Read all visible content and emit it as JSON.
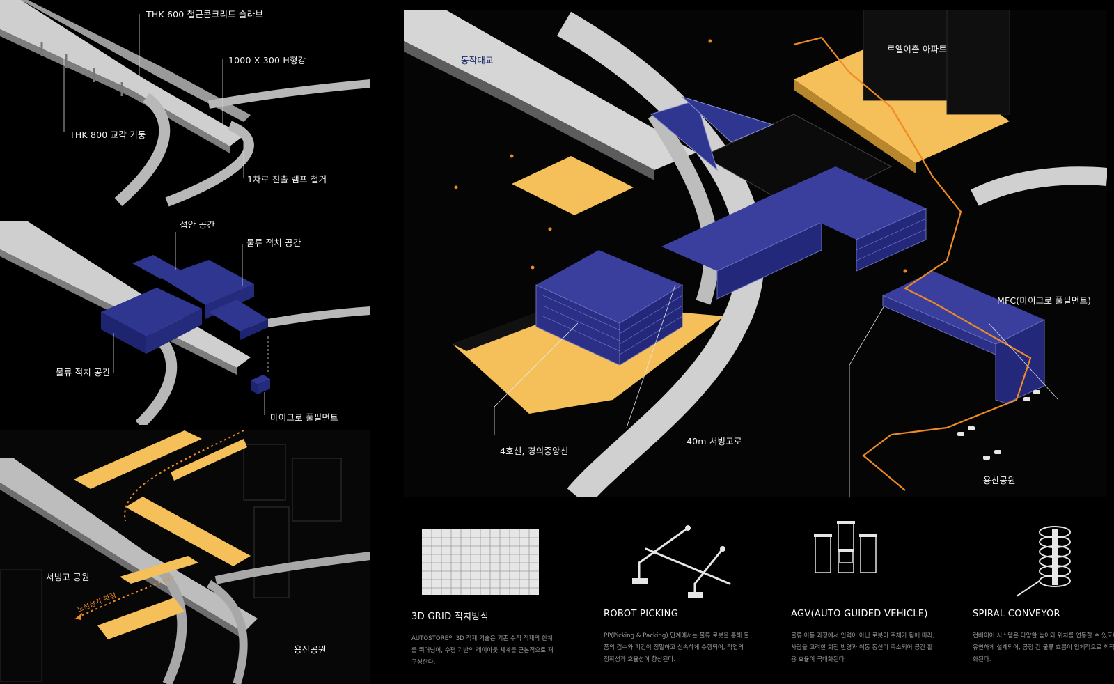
{
  "colors": {
    "background": "#000000",
    "road": "#cfcfcf",
    "storage": "#2b2f86",
    "accent": "#f5bf5a",
    "path": "#f08a24"
  },
  "panel1": {
    "labels": {
      "slab": "THK 600 철근콘크리트 슬라브",
      "hbeam": "1000 X 300 H형강",
      "pillar": "THK 800 교각 기둥",
      "ramp": "1차로 진출 램프 철거"
    }
  },
  "panel2": {
    "labels": {
      "reception": "접안 공간",
      "storage_a": "물류 적치 공간",
      "storage_b": "물류 적치 공간",
      "micro": "마이크로 풀필먼트"
    }
  },
  "panel3": {
    "labels": {
      "park_sb": "서빙고 공원",
      "expand": "노선상가 확장",
      "park_ys": "용산공원"
    }
  },
  "main": {
    "labels": {
      "bridge": "동작대교",
      "apartment": "르엘이촌 아파트",
      "mfc": "MFC(마이크로 풀필먼트)",
      "line": "4호선, 경의중앙선",
      "road": "40m 서빙고로",
      "park": "용산공원"
    }
  },
  "features": [
    {
      "title": "3D GRID 적치방식",
      "desc": "AUTOSTORE의 3D 적재 기술은 기존 수직 적재의 한계를 뛰어넘어, 수평 기반의 레이아웃 체계를 근본적으로 재구성한다."
    },
    {
      "title": "ROBOT PICKING",
      "desc": "PP(Picking & Packing) 단계에서는 물류 로봇을 통해 물품의 검수와 피킹이 정밀하고 신속하게 수행되어, 작업의 정확성과 효율성이 향상된다."
    },
    {
      "title": "AGV(AUTO GUIDED VEHICLE)",
      "desc": "물류 이동 과정에서 인력이 아닌 로봇이 주체가 됨에 따라, 사람을 고려한 회전 반경과 이동 동선이 축소되어 공간 활용 효율이 극대화된다"
    },
    {
      "title": "SPIRAL CONVEYOR",
      "desc": "컨베이어 시스템은 다양한 높이와 위치를 연동할 수 있도록 유연하게 설계되어, 공정 간 물류 흐름이 입체적으로 최적화된다."
    }
  ],
  "icons": [
    "grid-storage-icon",
    "robot-arm-icon",
    "agv-tower-icon",
    "spiral-conveyor-icon"
  ]
}
